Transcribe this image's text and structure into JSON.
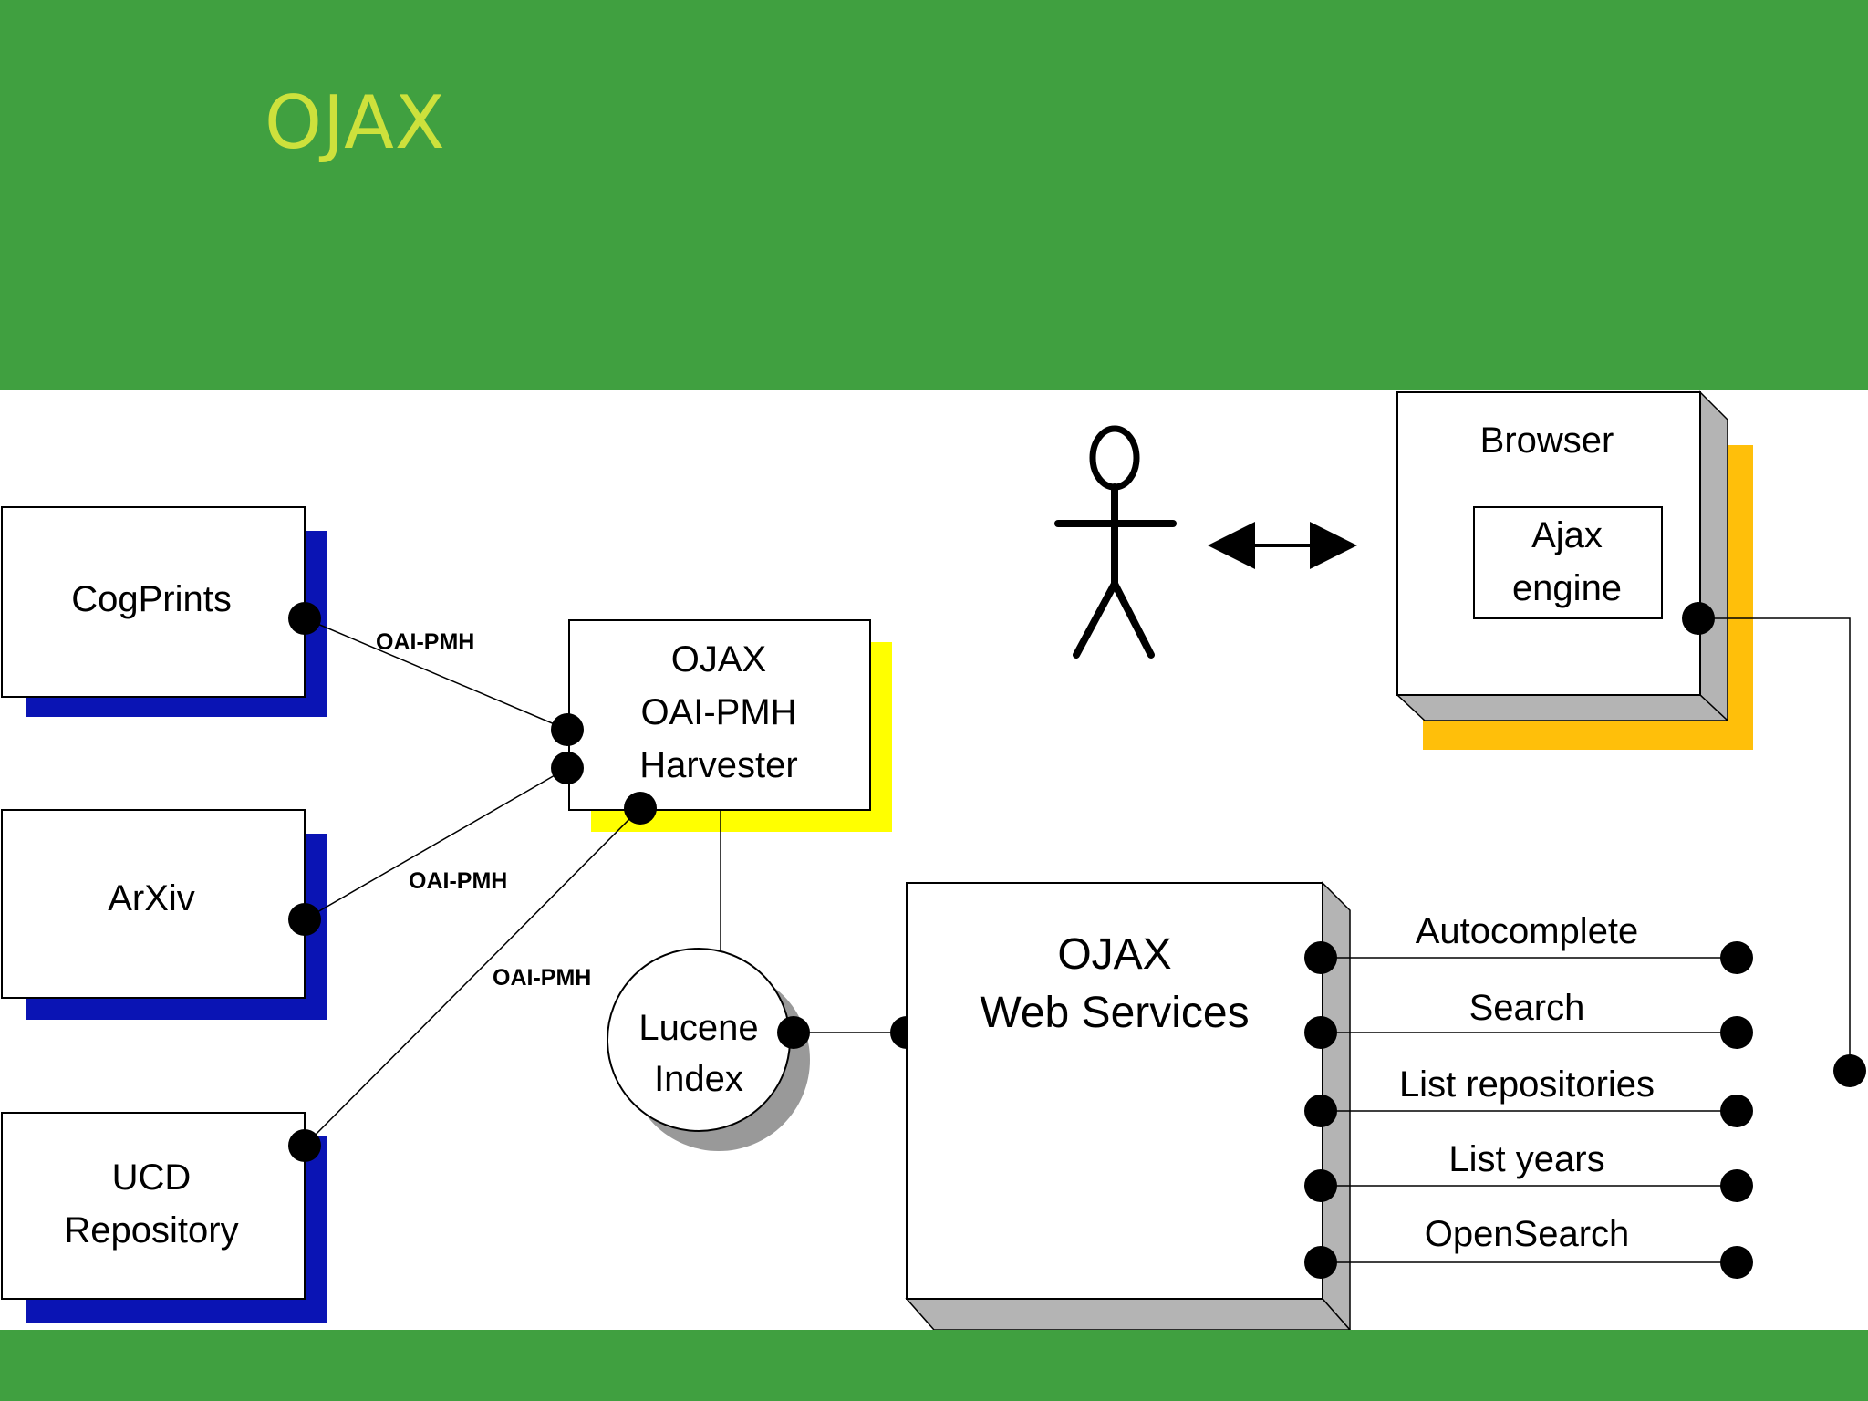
{
  "slide": {
    "title": "OJAX",
    "colors": {
      "band": "#40a040",
      "title": "#cde13c"
    }
  },
  "diagram": {
    "repositories": {
      "cogprints": "CogPrints",
      "arxiv": "ArXiv",
      "ucd_line1": "UCD",
      "ucd_line2": "Repository",
      "shadow_color": "#0a14b4"
    },
    "protocol_labels": [
      "OAI-PMH",
      "OAI-PMH",
      "OAI-PMH"
    ],
    "harvester": {
      "line1": "OJAX",
      "line2": "OAI-PMH",
      "line3": "Harvester",
      "shadow_color": "#ffff00"
    },
    "lucene": {
      "line1": "Lucene",
      "line2": "Index"
    },
    "web_services": {
      "line1": "OJAX",
      "line2": "Web Services",
      "services": [
        "Autocomplete",
        "Search",
        "List repositories",
        "List years",
        "OpenSearch"
      ]
    },
    "browser": {
      "title": "Browser",
      "engine_line1": "Ajax",
      "engine_line2": "engine",
      "shadow_color": "#ffbf0a"
    },
    "user_icon": "stick-figure-user-icon",
    "interaction_icon": "double-arrow-icon"
  }
}
